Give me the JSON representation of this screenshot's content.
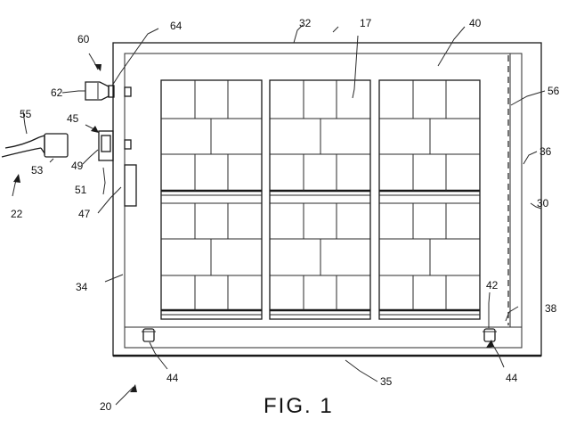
{
  "caption": "FIG. 1",
  "labels": {
    "l17": "17",
    "l20": "20",
    "l22": "22",
    "l30": "30",
    "l32": "32",
    "l34": "34",
    "l35": "35",
    "l36": "36",
    "l38": "38",
    "l40": "40",
    "l42": "42",
    "l44a": "44",
    "l44b": "44",
    "l45": "45",
    "l47": "47",
    "l49": "49",
    "l51": "51",
    "l53": "53",
    "l55": "55",
    "l56": "56",
    "l60": "60",
    "l62": "62",
    "l64": "64"
  }
}
